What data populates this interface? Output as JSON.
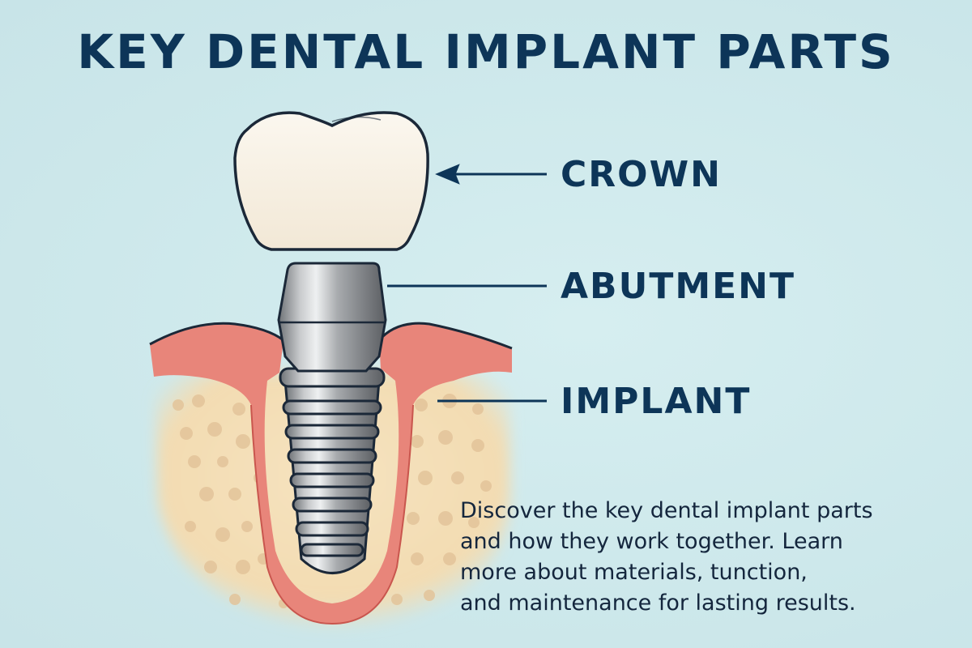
{
  "title": "KEY DENTAL IMPLANT PARTS",
  "labels": {
    "crown": "CROWN",
    "abutment": "ABUTMENT",
    "implant": "IMPLANT"
  },
  "description": {
    "lines": [
      "Discover the key dental implant parts",
      "and how they work together. Learn",
      "more about materials, tunction,",
      "and maintenance for lasting results."
    ]
  },
  "colors": {
    "background": "#cfe9ec",
    "text_dark": "#0d3558",
    "crown": "#f6efe4",
    "gum": "#e8857a",
    "bone": "#f3deb6",
    "bone_spots": "#e3c49a",
    "metal": "#9a9da1",
    "outline": "#1b2838"
  }
}
